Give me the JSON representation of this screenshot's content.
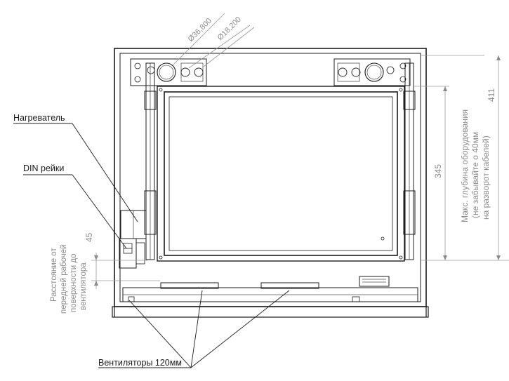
{
  "labels": {
    "heater": "Нагреватель",
    "din": "DIN рейки",
    "fans": "Вентиляторы 120мм",
    "distance_l1": "Расстояние от",
    "distance_l2": "передней рабочей",
    "distance_l3": "поверхности до",
    "distance_l4": "вентилятора",
    "depth_l1": "Макс. глубина оборудования",
    "depth_l2": "(не забывайте о 40мм",
    "depth_l3": "на разворот кабелей)"
  },
  "dimensions": {
    "dia_large": "Ø36,800",
    "dia_small": "Ø18,200",
    "d345": "345",
    "d411": "411",
    "d45": "45"
  }
}
